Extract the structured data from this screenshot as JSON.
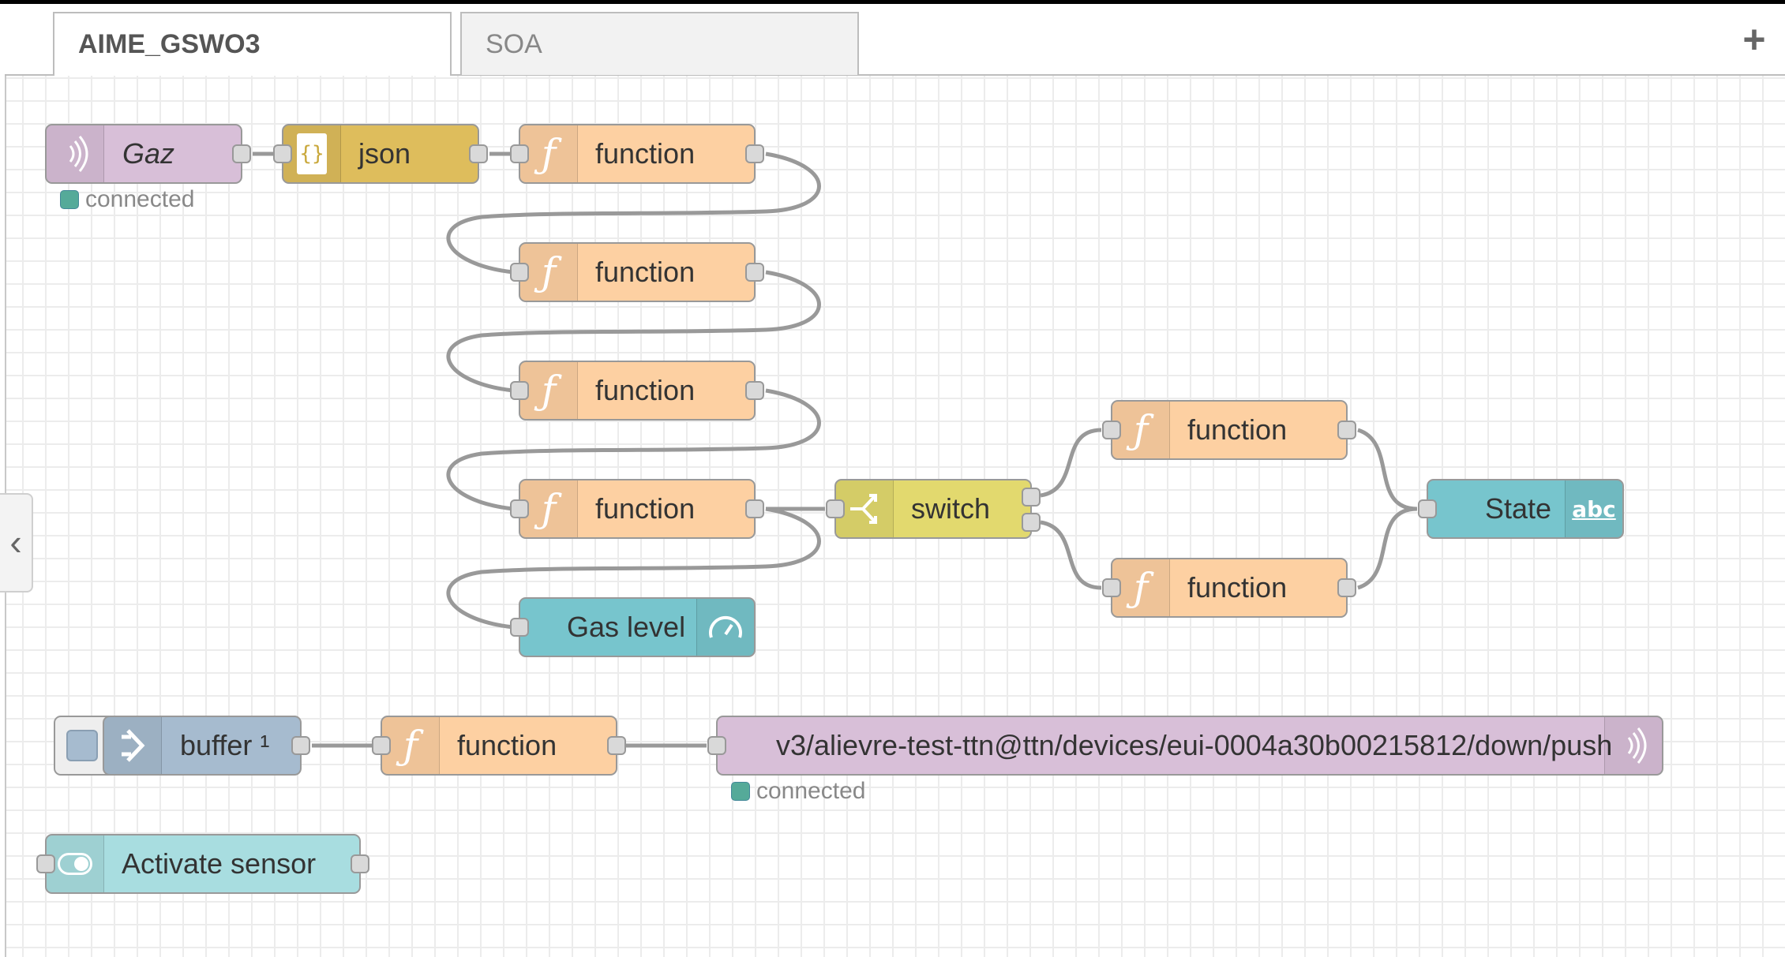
{
  "tabs": [
    {
      "label": "AIME_GSWO3",
      "active": true
    },
    {
      "label": "SOA",
      "active": false
    }
  ],
  "add_tab_label": "+",
  "nodes": {
    "gaz": {
      "label": "Gaz",
      "status": "connected"
    },
    "json": {
      "label": "json"
    },
    "function1": {
      "label": "function"
    },
    "function2": {
      "label": "function"
    },
    "function3": {
      "label": "function"
    },
    "function4": {
      "label": "function"
    },
    "switch": {
      "label": "switch"
    },
    "function5": {
      "label": "function"
    },
    "function6": {
      "label": "function"
    },
    "state": {
      "label": "State"
    },
    "gas_level": {
      "label": "Gas level"
    },
    "buffer": {
      "label": "buffer ¹"
    },
    "function7": {
      "label": "function"
    },
    "mqtt_out": {
      "label": "v3/alievre-test-ttn@ttn/devices/eui-0004a30b00215812/down/push",
      "status": "connected"
    },
    "activate": {
      "label": "Activate sensor"
    }
  },
  "icons": {
    "mqtt": "radio-waves-icon",
    "json": "curly-braces-icon",
    "function": "function-f-icon",
    "switch": "switch-branch-icon",
    "text": "abc-text-icon",
    "gauge": "gauge-icon",
    "buffer": "arrow-right-icon",
    "toggle": "toggle-icon"
  },
  "colors": {
    "mqtt": "#d8bfd8",
    "json": "#debd5c",
    "function": "#fdd0a2",
    "switch": "#e2d96e",
    "ui": "#77c5cd",
    "buffer": "#a6bbcf",
    "status_connected": "#55aa99"
  }
}
